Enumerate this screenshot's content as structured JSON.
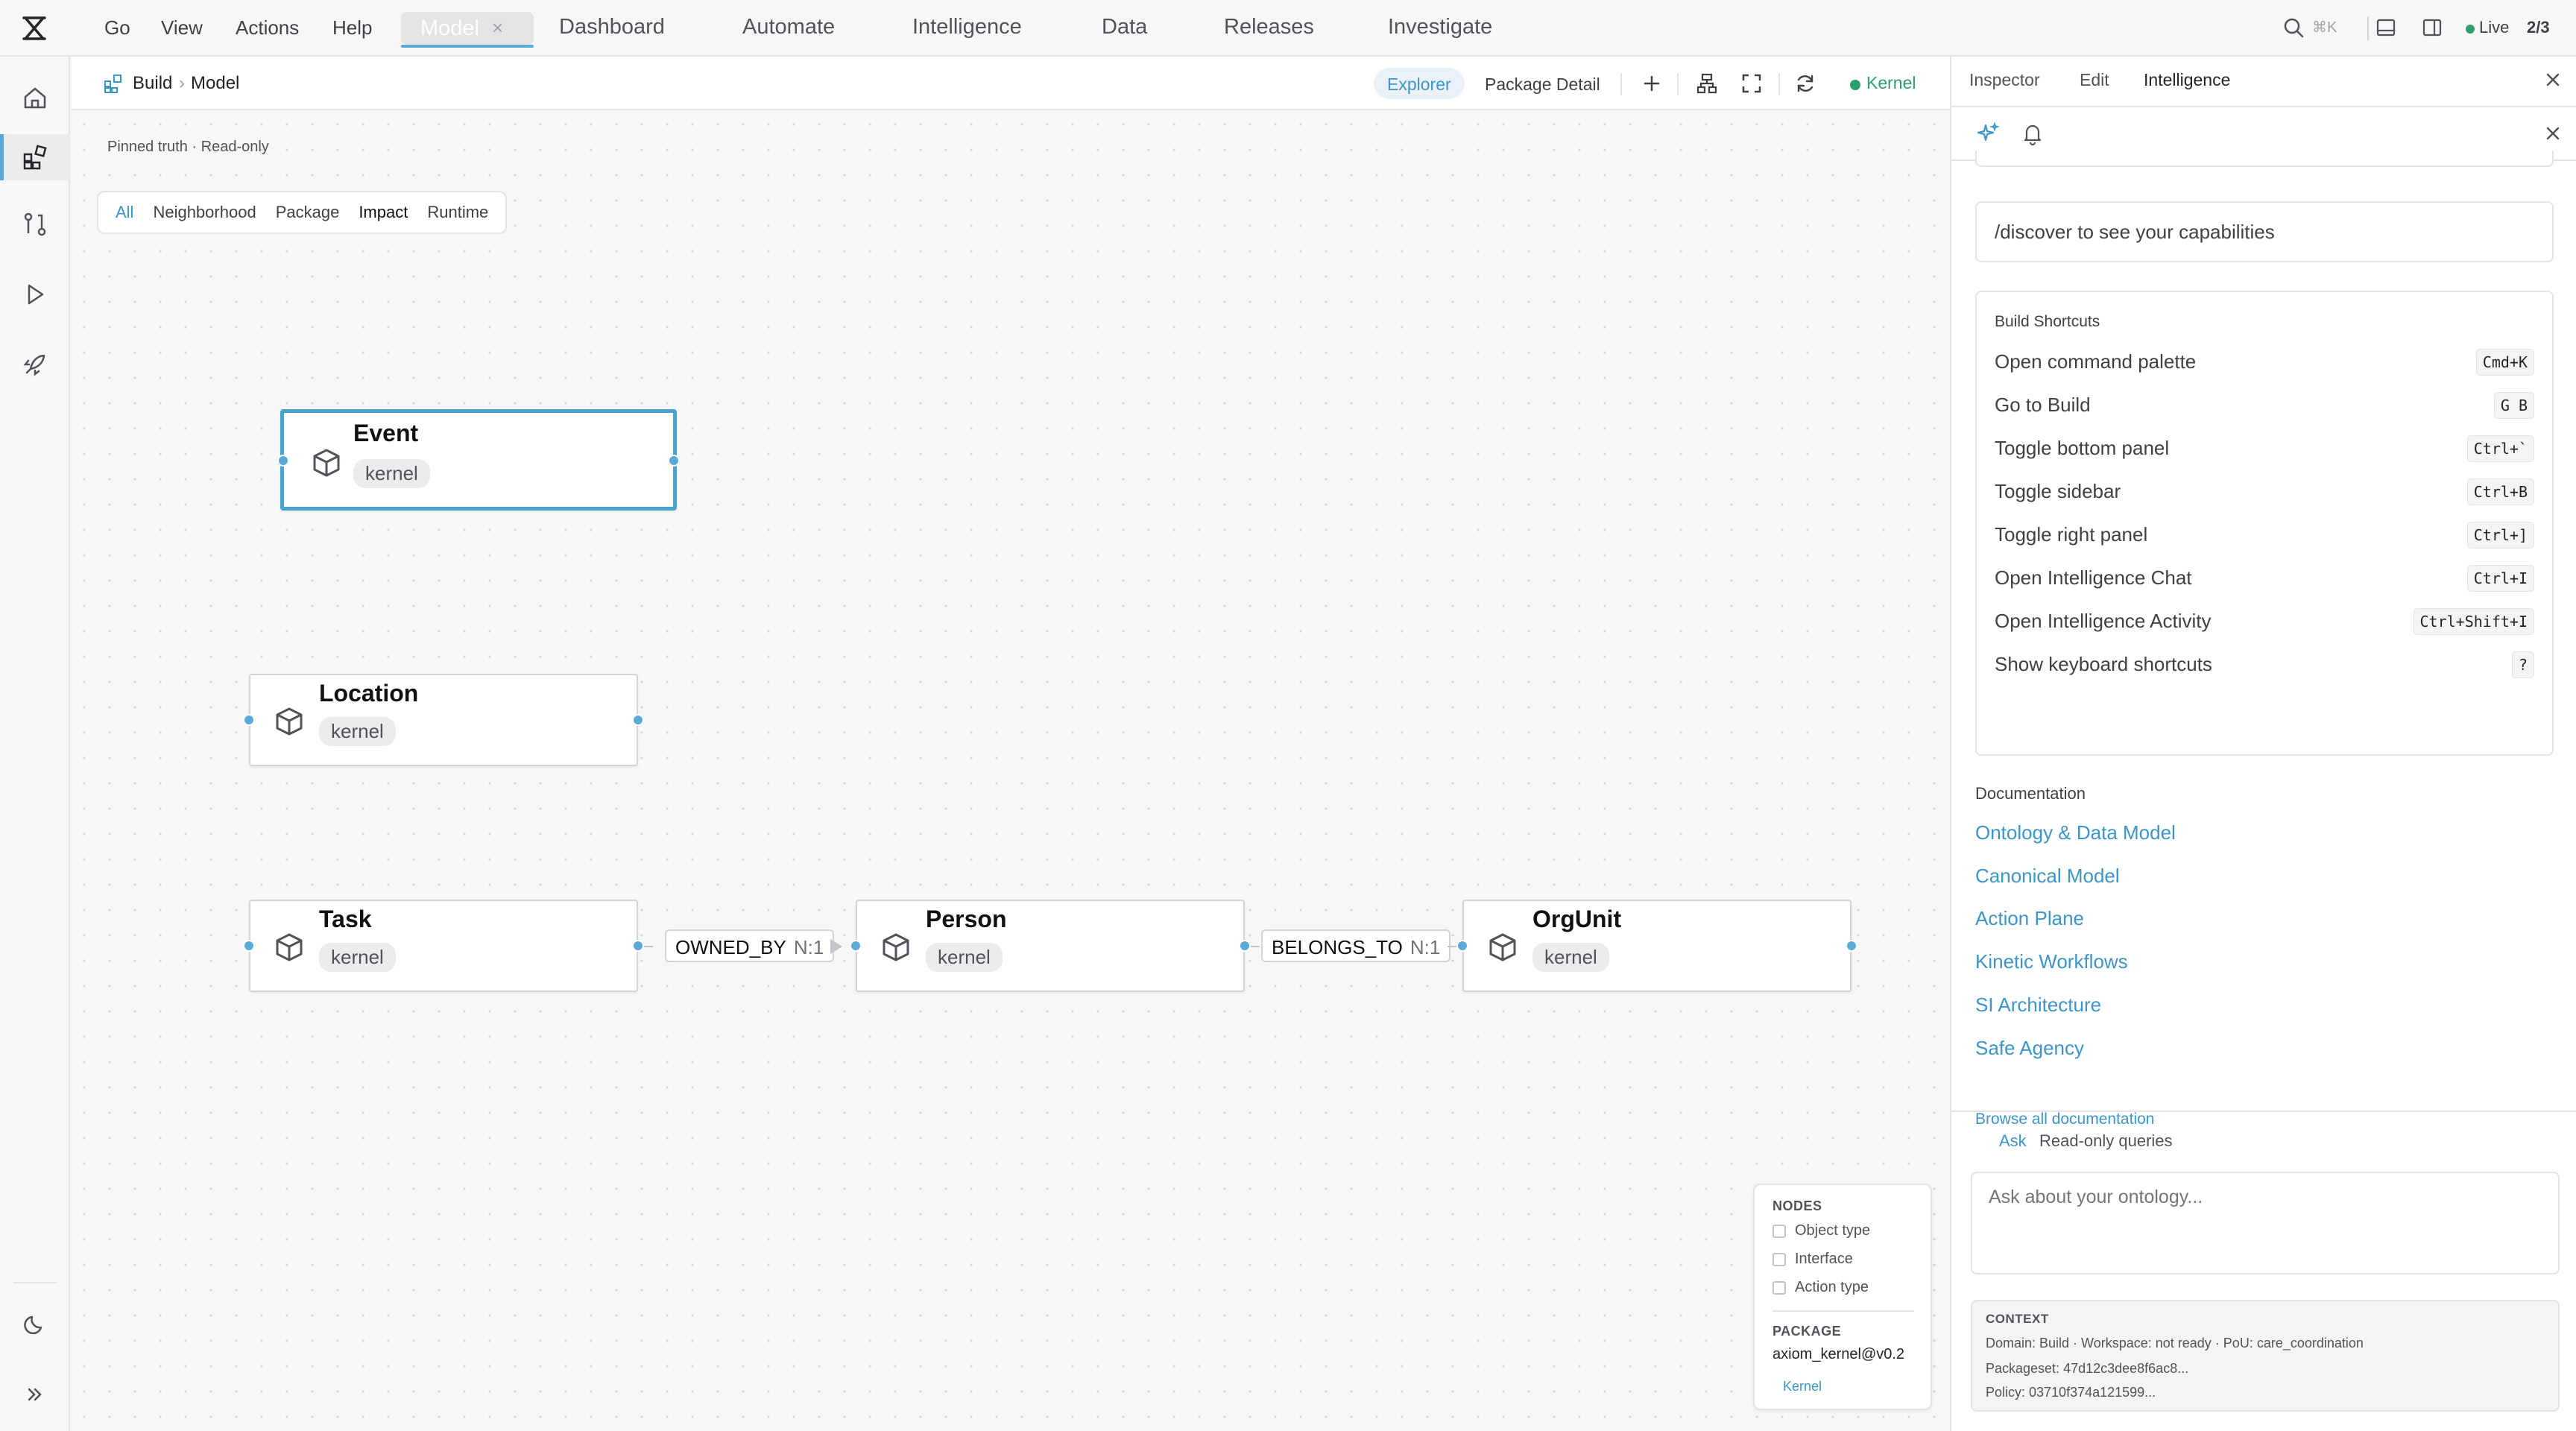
{
  "menu": [
    "Go",
    "View",
    "Actions",
    "Help"
  ],
  "top_tabs": {
    "active": "Model",
    "others": [
      "Dashboard",
      "Automate",
      "Intelligence",
      "Data",
      "Releases",
      "Investigate"
    ]
  },
  "top_right": {
    "search_shortcut": "⌘K",
    "live_label": "Live",
    "page_counter": "2/3"
  },
  "breadcrumb": {
    "root": "Build",
    "current": "Model"
  },
  "toolbar": {
    "explorer": "Explorer",
    "package_detail": "Package Detail",
    "kernel_status": "Kernel"
  },
  "canvas": {
    "pinned": "Pinned truth · Read-only",
    "filters": [
      "All",
      "Neighborhood",
      "Package",
      "Impact",
      "Runtime"
    ],
    "active_filter": "All",
    "nodes": [
      {
        "title": "Event",
        "package": "kernel"
      },
      {
        "title": "Location",
        "package": "kernel"
      },
      {
        "title": "Task",
        "package": "kernel"
      },
      {
        "title": "Person",
        "package": "kernel"
      },
      {
        "title": "OrgUnit",
        "package": "kernel"
      }
    ],
    "edges": [
      {
        "label": "OWNED_BY",
        "cardinality": "N:1"
      },
      {
        "label": "BELONGS_TO",
        "cardinality": "N:1"
      }
    ]
  },
  "legend": {
    "nodes_heading": "NODES",
    "node_types": [
      "Object type",
      "Interface",
      "Action type"
    ],
    "package_heading": "PACKAGE",
    "package_value": "axiom_kernel@v0.2",
    "package_badge": "Kernel"
  },
  "right_panel": {
    "tabs": [
      "Inspector",
      "Edit",
      "Intelligence"
    ],
    "active_tab": "Intelligence",
    "discover_text": "/discover to see your capabilities",
    "shortcuts_title": "Build Shortcuts",
    "shortcuts": [
      {
        "label": "Open command palette",
        "key": "Cmd+K"
      },
      {
        "label": "Go to Build",
        "key": "G B"
      },
      {
        "label": "Toggle bottom panel",
        "key": "Ctrl+`"
      },
      {
        "label": "Toggle sidebar",
        "key": "Ctrl+B"
      },
      {
        "label": "Toggle right panel",
        "key": "Ctrl+]"
      },
      {
        "label": "Open Intelligence Chat",
        "key": "Ctrl+I"
      },
      {
        "label": "Open Intelligence Activity",
        "key": "Ctrl+Shift+I"
      },
      {
        "label": "Show keyboard shortcuts",
        "key": "?"
      }
    ],
    "docs_title": "Documentation",
    "docs": [
      "Ontology & Data Model",
      "Canonical Model",
      "Action Plane",
      "Kinetic Workflows",
      "SI Architecture",
      "Safe Agency"
    ],
    "browse_all": "Browse all documentation",
    "ask_tabs": [
      "Ask",
      "Read-only queries"
    ],
    "ask_placeholder": "Ask about your ontology...",
    "context": {
      "heading": "CONTEXT",
      "lines": [
        "Domain: Build · Workspace: not ready · PoU: care_coordination",
        "Packageset: 47d12c3dee8f6ac8...",
        "Policy: 03710f374a121599..."
      ]
    }
  },
  "colors": {
    "accent": "#5aa9d6",
    "link": "#3d95c7",
    "live": "#2e9e6a"
  }
}
